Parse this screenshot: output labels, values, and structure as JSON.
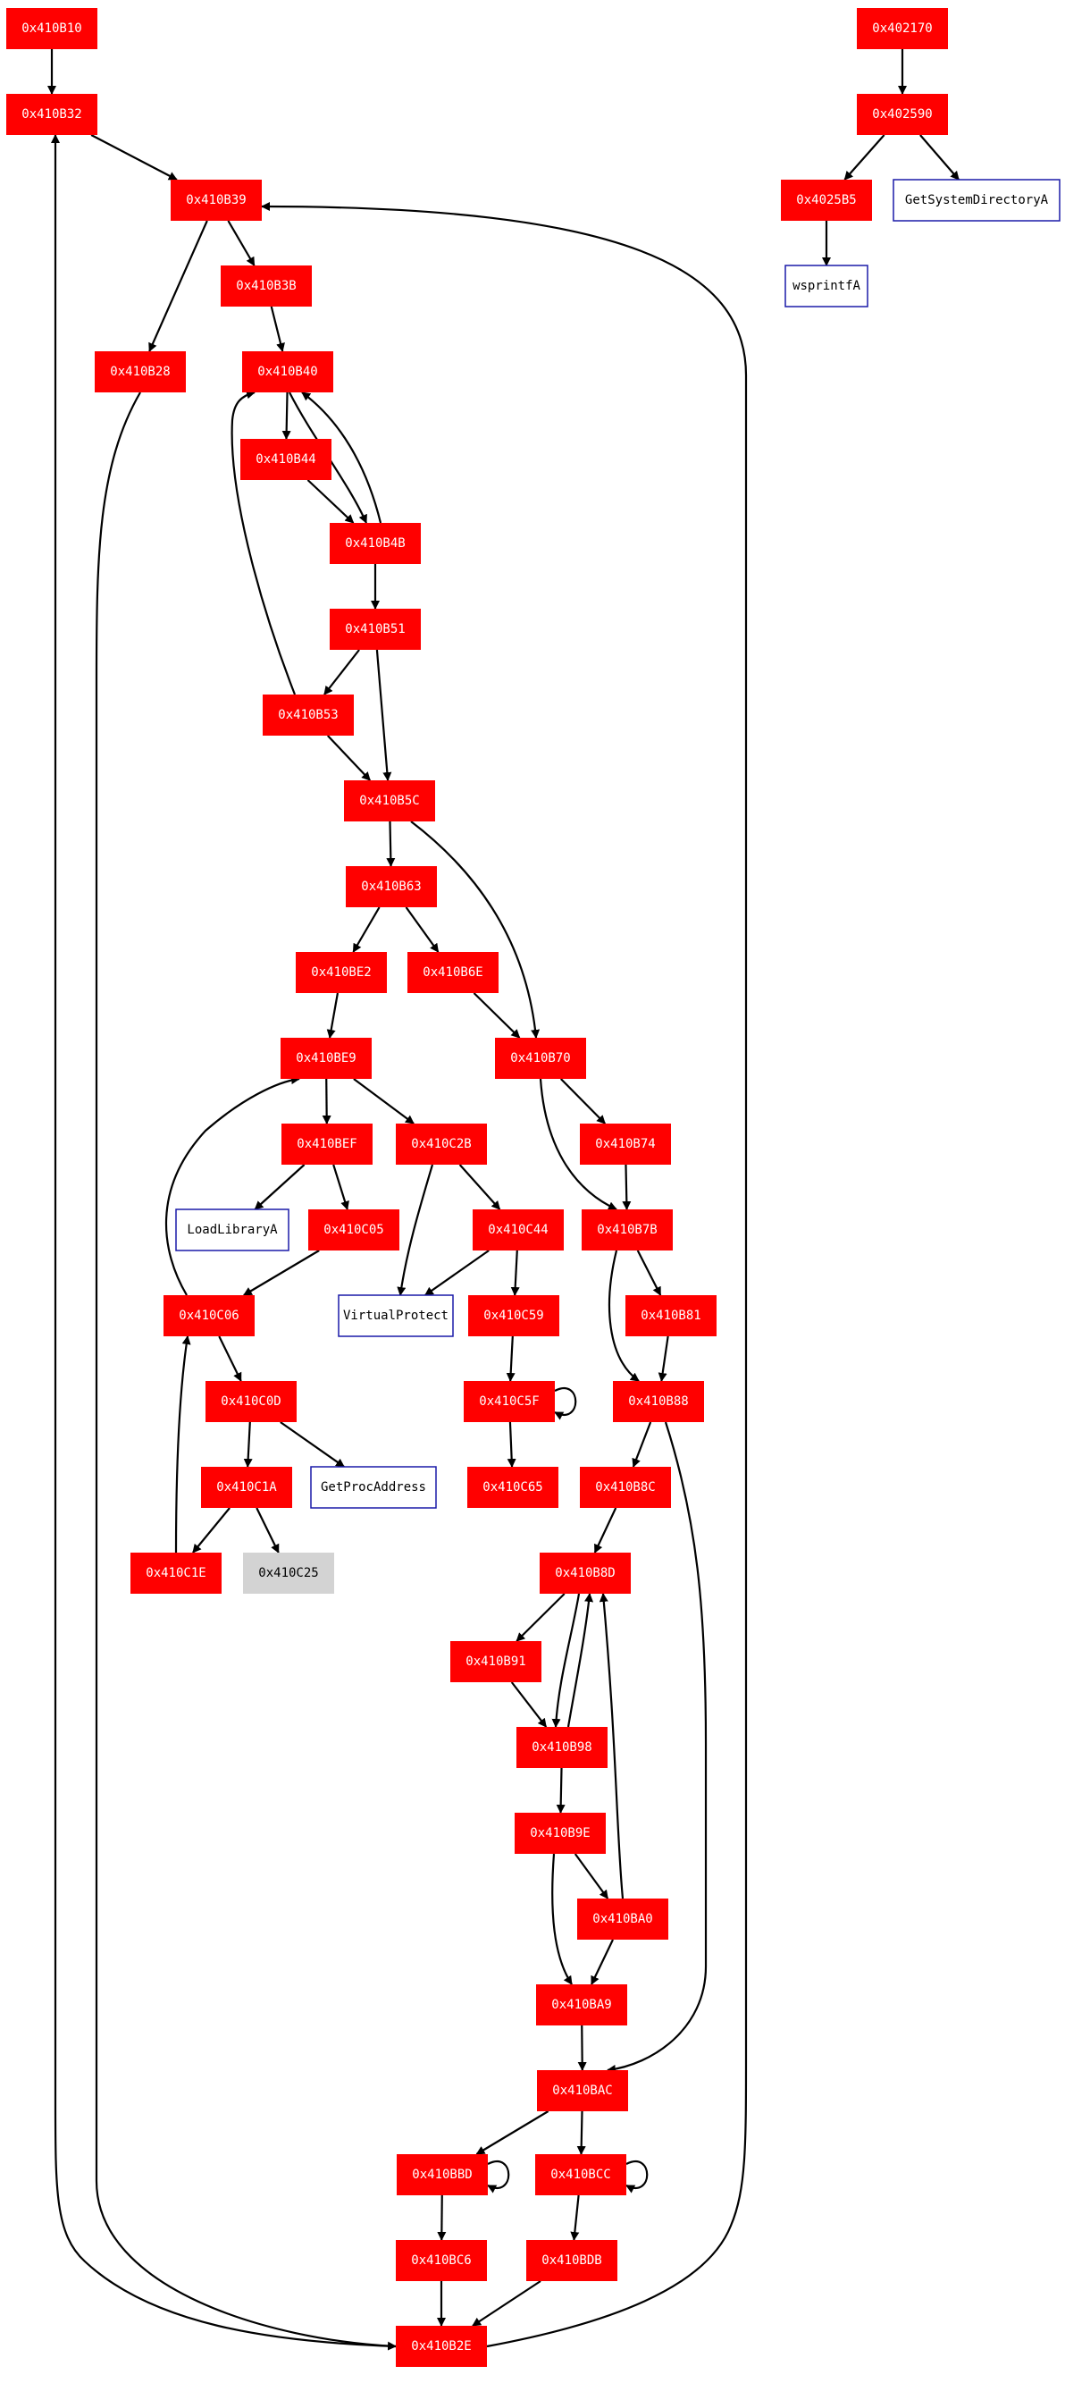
{
  "colors": {
    "block": "#ff0000",
    "block_text": "#ffffff",
    "api_border": "#1a1aa8",
    "api_text": "#000000",
    "terminal_fill": "#d3d3d3",
    "terminal_text": "#000000",
    "edge": "#000000"
  },
  "nodes": [
    {
      "id": "n410B10",
      "label": "0x410B10",
      "kind": "block"
    },
    {
      "id": "n410B32",
      "label": "0x410B32",
      "kind": "block"
    },
    {
      "id": "n410B39",
      "label": "0x410B39",
      "kind": "block"
    },
    {
      "id": "n410B3B",
      "label": "0x410B3B",
      "kind": "block"
    },
    {
      "id": "n410B28",
      "label": "0x410B28",
      "kind": "block"
    },
    {
      "id": "n410B40",
      "label": "0x410B40",
      "kind": "block"
    },
    {
      "id": "n410B44",
      "label": "0x410B44",
      "kind": "block"
    },
    {
      "id": "n410B4B",
      "label": "0x410B4B",
      "kind": "block"
    },
    {
      "id": "n410B51",
      "label": "0x410B51",
      "kind": "block"
    },
    {
      "id": "n410B53",
      "label": "0x410B53",
      "kind": "block"
    },
    {
      "id": "n410B5C",
      "label": "0x410B5C",
      "kind": "block"
    },
    {
      "id": "n410B63",
      "label": "0x410B63",
      "kind": "block"
    },
    {
      "id": "n410BE2",
      "label": "0x410BE2",
      "kind": "block"
    },
    {
      "id": "n410B6E",
      "label": "0x410B6E",
      "kind": "block"
    },
    {
      "id": "n410BE9",
      "label": "0x410BE9",
      "kind": "block"
    },
    {
      "id": "n410B70",
      "label": "0x410B70",
      "kind": "block"
    },
    {
      "id": "n410BEF",
      "label": "0x410BEF",
      "kind": "block"
    },
    {
      "id": "n410C2B",
      "label": "0x410C2B",
      "kind": "block"
    },
    {
      "id": "n410B74",
      "label": "0x410B74",
      "kind": "block"
    },
    {
      "id": "nLoadLibraryA",
      "label": "LoadLibraryA",
      "kind": "api"
    },
    {
      "id": "n410C05",
      "label": "0x410C05",
      "kind": "block"
    },
    {
      "id": "n410C44",
      "label": "0x410C44",
      "kind": "block"
    },
    {
      "id": "n410B7B",
      "label": "0x410B7B",
      "kind": "block"
    },
    {
      "id": "n410C06",
      "label": "0x410C06",
      "kind": "block"
    },
    {
      "id": "nVirtualProtect",
      "label": "VirtualProtect",
      "kind": "api"
    },
    {
      "id": "n410C59",
      "label": "0x410C59",
      "kind": "block"
    },
    {
      "id": "n410B81",
      "label": "0x410B81",
      "kind": "block"
    },
    {
      "id": "n410C0D",
      "label": "0x410C0D",
      "kind": "block"
    },
    {
      "id": "n410C5F",
      "label": "0x410C5F",
      "kind": "block"
    },
    {
      "id": "n410B88",
      "label": "0x410B88",
      "kind": "block"
    },
    {
      "id": "n410C1A",
      "label": "0x410C1A",
      "kind": "block"
    },
    {
      "id": "nGetProcAddress",
      "label": "GetProcAddress",
      "kind": "api"
    },
    {
      "id": "n410C65",
      "label": "0x410C65",
      "kind": "block"
    },
    {
      "id": "n410B8C",
      "label": "0x410B8C",
      "kind": "block"
    },
    {
      "id": "n410C1E",
      "label": "0x410C1E",
      "kind": "block"
    },
    {
      "id": "n410C25",
      "label": "0x410C25",
      "kind": "terminal"
    },
    {
      "id": "n410B8D",
      "label": "0x410B8D",
      "kind": "block"
    },
    {
      "id": "n410B91",
      "label": "0x410B91",
      "kind": "block"
    },
    {
      "id": "n410B98",
      "label": "0x410B98",
      "kind": "block"
    },
    {
      "id": "n410B9E",
      "label": "0x410B9E",
      "kind": "block"
    },
    {
      "id": "n410BA0",
      "label": "0x410BA0",
      "kind": "block"
    },
    {
      "id": "n410BA9",
      "label": "0x410BA9",
      "kind": "block"
    },
    {
      "id": "n410BAC",
      "label": "0x410BAC",
      "kind": "block"
    },
    {
      "id": "n410BBD",
      "label": "0x410BBD",
      "kind": "block"
    },
    {
      "id": "n410BCC",
      "label": "0x410BCC",
      "kind": "block"
    },
    {
      "id": "n410BC6",
      "label": "0x410BC6",
      "kind": "block"
    },
    {
      "id": "n410BDB",
      "label": "0x410BDB",
      "kind": "block"
    },
    {
      "id": "n410B2E",
      "label": "0x410B2E",
      "kind": "block"
    },
    {
      "id": "n402170",
      "label": "0x402170",
      "kind": "block"
    },
    {
      "id": "n402590",
      "label": "0x402590",
      "kind": "block"
    },
    {
      "id": "n4025B5",
      "label": "0x4025B5",
      "kind": "block"
    },
    {
      "id": "nGetSystemDirectoryA",
      "label": "GetSystemDirectoryA",
      "kind": "api"
    },
    {
      "id": "nwsprintfA",
      "label": "wsprintfA",
      "kind": "api"
    }
  ],
  "edges": [
    {
      "from": "n410B10",
      "to": "n410B32"
    },
    {
      "from": "n410B32",
      "to": "n410B39"
    },
    {
      "from": "n410B39",
      "to": "n410B3B"
    },
    {
      "from": "n410B39",
      "to": "n410B28"
    },
    {
      "from": "n410B3B",
      "to": "n410B40"
    },
    {
      "from": "n410B28",
      "to": "n410B2E"
    },
    {
      "from": "n410B40",
      "to": "n410B44"
    },
    {
      "from": "n410B40",
      "to": "n410B4B"
    },
    {
      "from": "n410B44",
      "to": "n410B4B"
    },
    {
      "from": "n410B4B",
      "to": "n410B40"
    },
    {
      "from": "n410B4B",
      "to": "n410B51"
    },
    {
      "from": "n410B51",
      "to": "n410B53"
    },
    {
      "from": "n410B51",
      "to": "n410B5C"
    },
    {
      "from": "n410B53",
      "to": "n410B40"
    },
    {
      "from": "n410B53",
      "to": "n410B5C"
    },
    {
      "from": "n410B5C",
      "to": "n410B63"
    },
    {
      "from": "n410B5C",
      "to": "n410B70"
    },
    {
      "from": "n410B63",
      "to": "n410BE2"
    },
    {
      "from": "n410B63",
      "to": "n410B6E"
    },
    {
      "from": "n410BE2",
      "to": "n410BE9"
    },
    {
      "from": "n410B6E",
      "to": "n410B70"
    },
    {
      "from": "n410BE9",
      "to": "n410BEF"
    },
    {
      "from": "n410BE9",
      "to": "n410C2B"
    },
    {
      "from": "n410B70",
      "to": "n410B74"
    },
    {
      "from": "n410B70",
      "to": "n410B7B"
    },
    {
      "from": "n410BEF",
      "to": "nLoadLibraryA"
    },
    {
      "from": "n410BEF",
      "to": "n410C05"
    },
    {
      "from": "n410C2B",
      "to": "nVirtualProtect"
    },
    {
      "from": "n410C2B",
      "to": "n410C44"
    },
    {
      "from": "n410B74",
      "to": "n410B7B"
    },
    {
      "from": "n410C05",
      "to": "n410C06"
    },
    {
      "from": "n410C44",
      "to": "nVirtualProtect"
    },
    {
      "from": "n410C44",
      "to": "n410C59"
    },
    {
      "from": "n410B7B",
      "to": "n410B81"
    },
    {
      "from": "n410B7B",
      "to": "n410B88"
    },
    {
      "from": "n410C06",
      "to": "n410BE9"
    },
    {
      "from": "n410C06",
      "to": "n410C0D"
    },
    {
      "from": "n410C59",
      "to": "n410C5F"
    },
    {
      "from": "n410B81",
      "to": "n410B88"
    },
    {
      "from": "n410C0D",
      "to": "n410C1A"
    },
    {
      "from": "n410C0D",
      "to": "nGetProcAddress"
    },
    {
      "from": "n410C5F",
      "to": "n410C5F"
    },
    {
      "from": "n410C5F",
      "to": "n410C65"
    },
    {
      "from": "n410B88",
      "to": "n410B8C"
    },
    {
      "from": "n410B88",
      "to": "n410BAC"
    },
    {
      "from": "n410C1A",
      "to": "n410C1E"
    },
    {
      "from": "n410C1A",
      "to": "n410C25"
    },
    {
      "from": "n410C1E",
      "to": "n410C06"
    },
    {
      "from": "n410B8C",
      "to": "n410B8D"
    },
    {
      "from": "n410B8D",
      "to": "n410B91"
    },
    {
      "from": "n410B8D",
      "to": "n410B98"
    },
    {
      "from": "n410B91",
      "to": "n410B98"
    },
    {
      "from": "n410B98",
      "to": "n410B8D"
    },
    {
      "from": "n410B98",
      "to": "n410B9E"
    },
    {
      "from": "n410B9E",
      "to": "n410BA0"
    },
    {
      "from": "n410B9E",
      "to": "n410BA9"
    },
    {
      "from": "n410BA0",
      "to": "n410B8D"
    },
    {
      "from": "n410BA0",
      "to": "n410BA9"
    },
    {
      "from": "n410BA9",
      "to": "n410BAC"
    },
    {
      "from": "n410BAC",
      "to": "n410BBD"
    },
    {
      "from": "n410BAC",
      "to": "n410BCC"
    },
    {
      "from": "n410BBD",
      "to": "n410BBD"
    },
    {
      "from": "n410BBD",
      "to": "n410BC6"
    },
    {
      "from": "n410BCC",
      "to": "n410BCC"
    },
    {
      "from": "n410BCC",
      "to": "n410BDB"
    },
    {
      "from": "n410BC6",
      "to": "n410B2E"
    },
    {
      "from": "n410BDB",
      "to": "n410B2E"
    },
    {
      "from": "n410B2E",
      "to": "n410B32"
    },
    {
      "from": "n410B2E",
      "to": "n410B39"
    },
    {
      "from": "n402170",
      "to": "n402590"
    },
    {
      "from": "n402590",
      "to": "n4025B5"
    },
    {
      "from": "n402590",
      "to": "nGetSystemDirectoryA"
    },
    {
      "from": "n4025B5",
      "to": "nwsprintfA"
    }
  ]
}
